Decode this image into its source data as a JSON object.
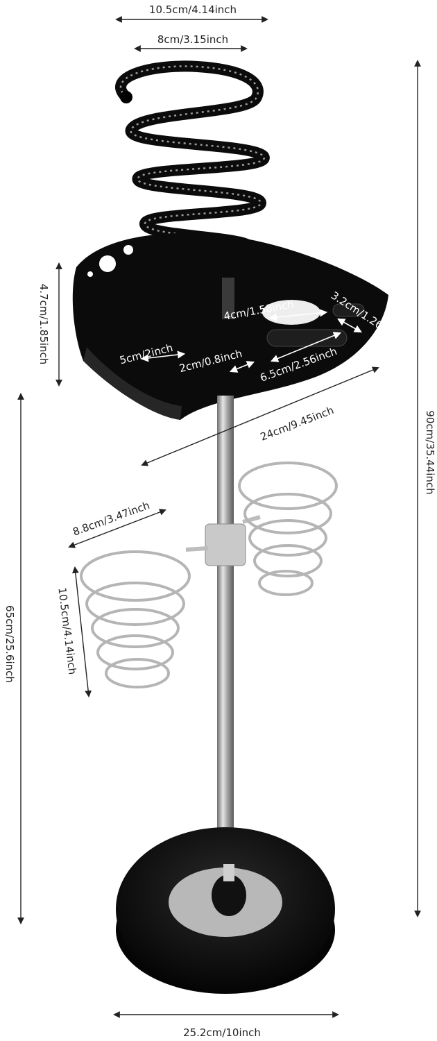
{
  "dimensions": {
    "top_outer_width": "10.5cm/4.14inch",
    "top_inner_width": "8cm/3.15inch",
    "tray_height": "4.7cm/1.85inch",
    "total_height": "90cm/35.44inch",
    "round_hole": "4cm/1.58inch",
    "slot_small": "3.2cm/1.26inch",
    "hole_left": "5cm/2inch",
    "gap": "2cm/0.8inch",
    "slot_long": "6.5cm/2.56inch",
    "tray_width": "24cm/9.45inch",
    "holder_width": "8.8cm/3.47inch",
    "holder_height": "10.5cm/4.14inch",
    "pole_height": "65cm/25.6inch",
    "base_width": "25.2cm/10inch"
  },
  "colors": {
    "dark_tone": "#0b0b0b",
    "metal_tone": "#b8b8b8",
    "label": "#222222"
  }
}
